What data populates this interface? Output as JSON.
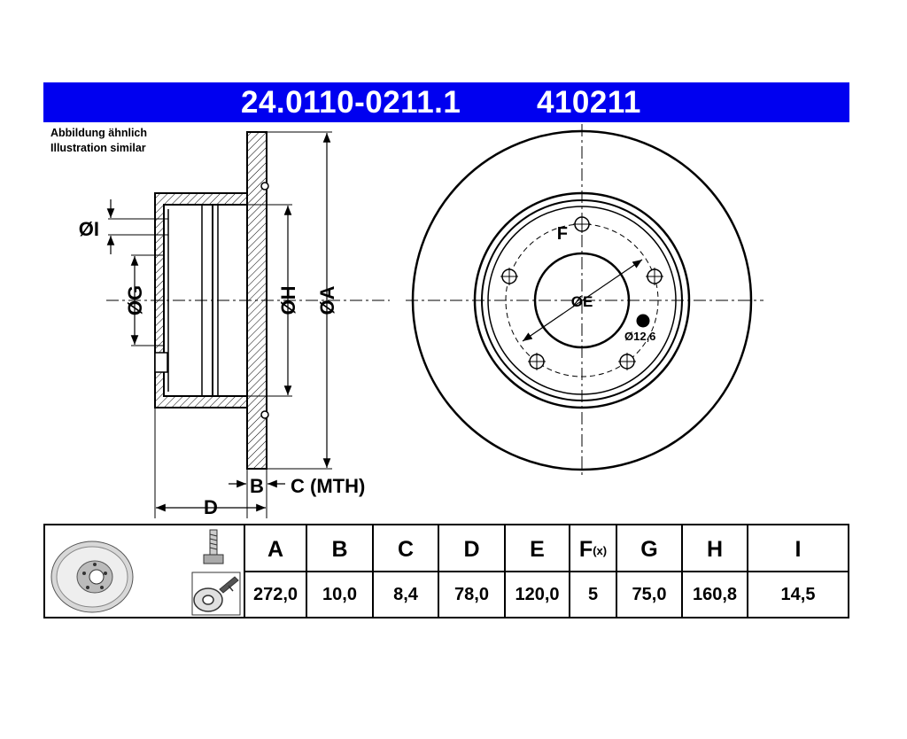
{
  "header": {
    "part_number": "24.0110-0211.1",
    "ref_number": "410211",
    "color": "#0000f0"
  },
  "note": {
    "line1": "Abbildung ähnlich",
    "line2": "Illustration similar"
  },
  "drawing": {
    "labels": {
      "I": "ØI",
      "G": "ØG",
      "H": "ØH",
      "A": "ØA",
      "B": "B",
      "C": "C (MTH)",
      "D": "D",
      "F": "F",
      "E": "ØE",
      "hole": "Ø12,6"
    }
  },
  "specs": {
    "columns": [
      {
        "key": "A",
        "label": "A",
        "value": "272,0"
      },
      {
        "key": "B",
        "label": "B",
        "value": "10,0"
      },
      {
        "key": "C",
        "label": "C",
        "value": "8,4"
      },
      {
        "key": "D",
        "label": "D",
        "value": "78,0"
      },
      {
        "key": "E",
        "label": "E",
        "value": "120,0"
      },
      {
        "key": "F",
        "label": "F",
        "sub": "(x)",
        "value": "5"
      },
      {
        "key": "G",
        "label": "G",
        "value": "75,0"
      },
      {
        "key": "H",
        "label": "H",
        "value": "160,8"
      },
      {
        "key": "I",
        "label": "I",
        "value": "14,5"
      }
    ],
    "icons": [
      "brake-disc-icon",
      "bolt-icon",
      "mounting-tool-icon"
    ]
  }
}
